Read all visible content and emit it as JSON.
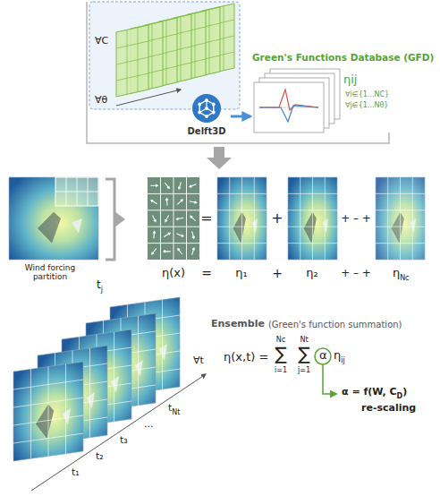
{
  "diagram": {
    "nodes": [
      {
        "text": [
          "Delft3D"
        ]
      },
      {
        "text": [
          "Green's Functions Database (GFD)",
          "ηij",
          "∀i∈{1...NC}",
          "∀j∈{1...Nθ}"
        ]
      }
    ],
    "edges": [
      {
        "from": 0,
        "to": 1,
        "arrow": "to"
      }
    ],
    "labels": [
      "∀C",
      "∀θ",
      "=",
      "+",
      "+ – +",
      "η(x)",
      "=",
      "η₁",
      "+",
      "η₂",
      "+ – +",
      "η",
      "Nc",
      "Wind forcing partition",
      "t",
      "j",
      "t₁",
      "t₂",
      "t₃",
      "...",
      "t",
      "Nt",
      "∀t",
      "Ensemble",
      "(Green's function summation)",
      "η(x,t) =",
      "Nc",
      "∑",
      "i=1",
      "Nt",
      "∑",
      "j=1",
      "α",
      "η",
      "ij",
      "α = f(W, C",
      "D",
      ")",
      "re-scaling"
    ]
  }
}
